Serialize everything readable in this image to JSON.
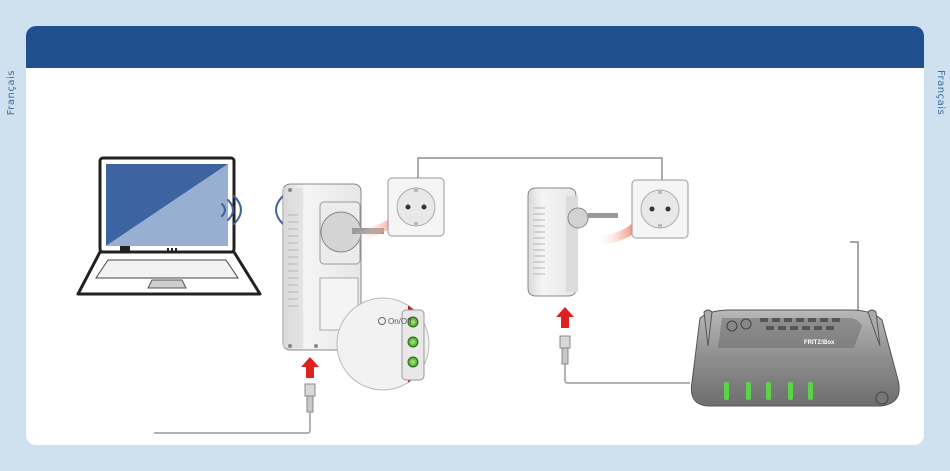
{
  "side_labels": {
    "left": "Français",
    "right": "Français"
  },
  "adapter_zoom": {
    "button_label": "On/Off"
  },
  "router": {
    "brand_text": "FRITZ!Box"
  },
  "colors": {
    "header": "#1f4f8c",
    "background": "#cfe0ef",
    "arrow_red": "#e02020",
    "led_green": "#4fc43a"
  },
  "icons": [
    "laptop-icon",
    "wifi-signal-icon",
    "powerline-adapter-icon",
    "wall-socket-icon",
    "router-icon",
    "ethernet-plug-icon",
    "up-arrow-icon"
  ]
}
